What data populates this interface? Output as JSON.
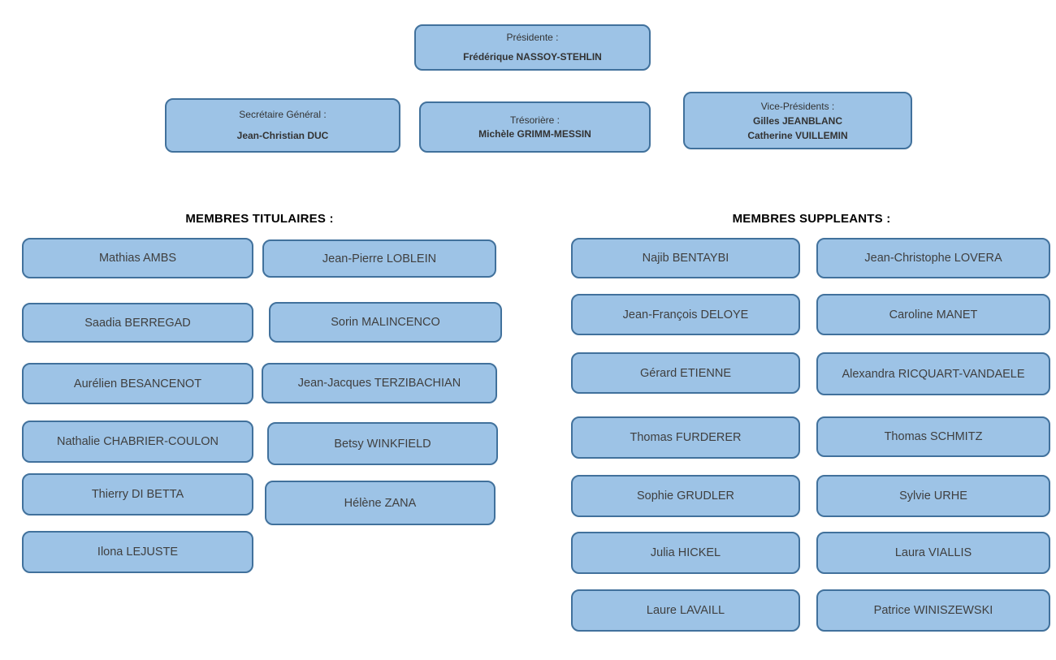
{
  "palette": {
    "background": "#FFFFFF",
    "box_fill": "#9DC3E6",
    "box_border": "#41719C",
    "heading_color": "#000000",
    "officer_text": "#333333",
    "member_text": "#3F3F3F"
  },
  "officers": {
    "president": {
      "title": "Présidente :",
      "names": [
        "Frédérique NASSOY-STEHLIN"
      ]
    },
    "secretary": {
      "title": "Secrétaire Général :",
      "names": [
        "Jean-Christian DUC"
      ]
    },
    "treasurer": {
      "title": "Trésorière :",
      "names": [
        "Michèle GRIMM-MESSIN"
      ]
    },
    "vice_presidents": {
      "title": "Vice-Présidents :",
      "names": [
        "Gilles JEANBLANC",
        "Catherine VUILLEMIN"
      ]
    }
  },
  "titulaires": {
    "heading": "MEMBRES TITULAIRES :",
    "column1": [
      "Mathias AMBS",
      "Saadia BERREGAD",
      "Aurélien BESANCENOT",
      "Nathalie CHABRIER-COULON",
      "Thierry DI BETTA",
      "Ilona LEJUSTE"
    ],
    "column2": [
      "Jean-Pierre LOBLEIN",
      "Sorin MALINCENCO",
      "Jean-Jacques TERZIBACHIAN",
      "Betsy WINKFIELD",
      "Hélène ZANA"
    ]
  },
  "suppleants": {
    "heading": "MEMBRES SUPPLEANTS :",
    "column1": [
      "Najib BENTAYBI",
      "Jean-François DELOYE",
      "Gérard ETIENNE",
      "Thomas FURDERER",
      "Sophie GRUDLER",
      "Julia HICKEL",
      "Laure LAVAILL"
    ],
    "column2": [
      "Jean-Christophe LOVERA",
      "Caroline MANET",
      "Alexandra RICQUART-VANDAELE",
      "Thomas SCHMITZ",
      "Sylvie URHE",
      "Laura VIALLIS",
      "Patrice WINISZEWSKI"
    ]
  }
}
